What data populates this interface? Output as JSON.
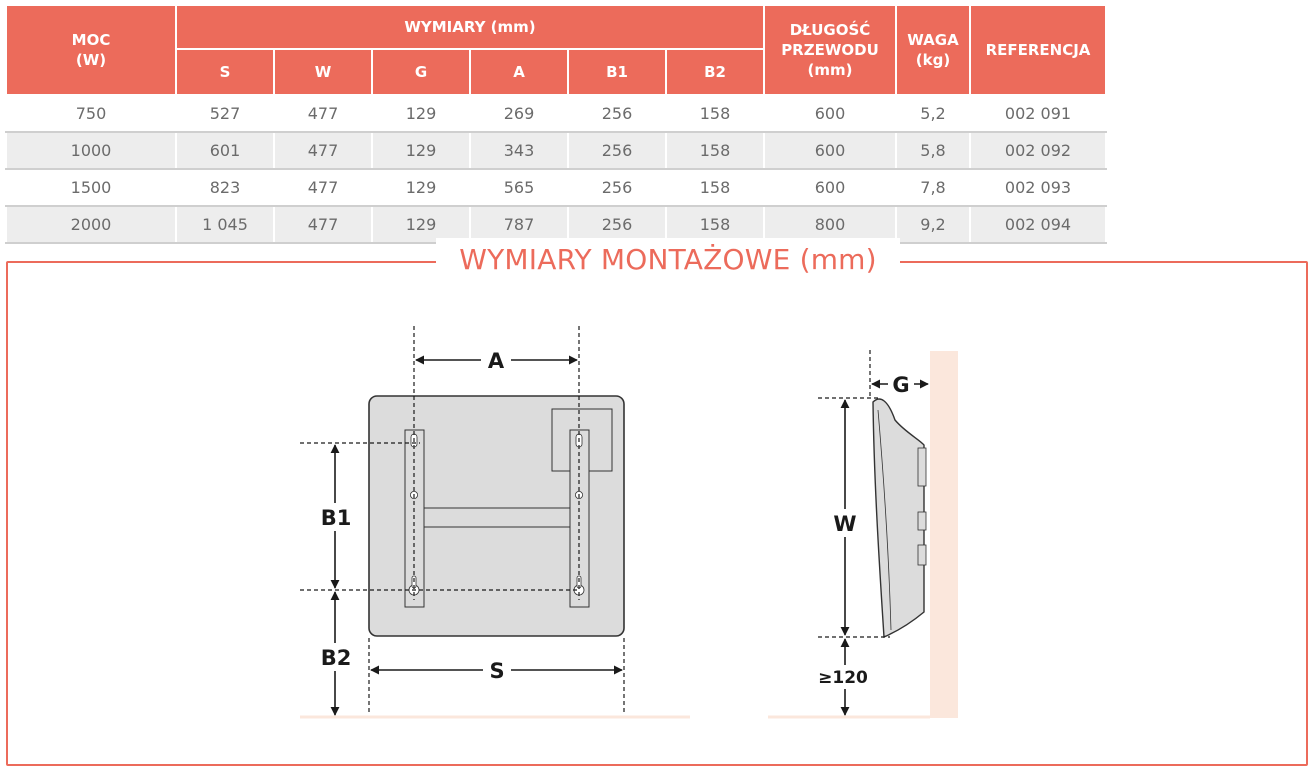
{
  "table": {
    "headers": {
      "moc": "MOC\n(W)",
      "wymiary": "WYMIARY (mm)",
      "dlugosc": "DŁUGOŚĆ\nPRZEWODU\n(mm)",
      "waga": "WAGA\n(kg)",
      "referencja": "REFERENCJA",
      "sub": [
        "S",
        "W",
        "G",
        "A",
        "B1",
        "B2"
      ]
    },
    "rows": [
      {
        "moc": "750",
        "s": "527",
        "w": "477",
        "g": "129",
        "a": "269",
        "b1": "256",
        "b2": "158",
        "dlugosc": "600",
        "waga": "5,2",
        "ref": "002 091"
      },
      {
        "moc": "1000",
        "s": "601",
        "w": "477",
        "g": "129",
        "a": "343",
        "b1": "256",
        "b2": "158",
        "dlugosc": "600",
        "waga": "5,8",
        "ref": "002 092"
      },
      {
        "moc": "1500",
        "s": "823",
        "w": "477",
        "g": "129",
        "a": "565",
        "b1": "256",
        "b2": "158",
        "dlugosc": "600",
        "waga": "7,8",
        "ref": "002 093"
      },
      {
        "moc": "2000",
        "s": "1 045",
        "w": "477",
        "g": "129",
        "a": "787",
        "b1": "256",
        "b2": "158",
        "dlugosc": "800",
        "waga": "9,2",
        "ref": "002 094"
      }
    ]
  },
  "mounting": {
    "title": "WYMIARY MONTAŻOWE (mm)",
    "labels": {
      "a": "A",
      "b1": "B1",
      "b2": "B2",
      "s": "S",
      "w": "W",
      "g": "G",
      "min_floor": "≥120"
    }
  },
  "colors": {
    "accent": "#ec6b5b",
    "panel": "#dcdcdc",
    "wall": "#fbe7dc"
  }
}
